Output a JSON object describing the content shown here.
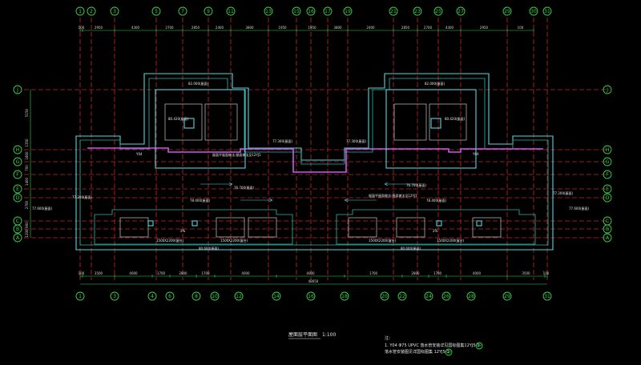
{
  "drawing": {
    "title": "屋面层平面图",
    "scale": "1:100",
    "notes_heading": "注：",
    "notes": [
      "1. Y04 Φ75 UPVC 落水管安装详见国标图集12YJ5-1-",
      "落水管安装图见详国标图集 12YJ5-1-"
    ],
    "legend_symbols": [
      "Ⓐ",
      "Ⓑ"
    ]
  },
  "axes_top": [
    "1",
    "2",
    "3",
    "5",
    "7",
    "9",
    "11",
    "13",
    "15",
    "16",
    "17",
    "19",
    "21",
    "23",
    "25",
    "27",
    "29",
    "30",
    "31"
  ],
  "axes_bottom": [
    "1",
    "3",
    "4",
    "6",
    "8",
    "10",
    "12",
    "14",
    "16",
    "18",
    "20",
    "22",
    "24",
    "26",
    "28",
    "29",
    "31"
  ],
  "axes_rows": [
    "J",
    "H",
    "G",
    "F",
    "E",
    "D",
    "C",
    "B",
    "A"
  ],
  "dims_top": [
    "100",
    "2950",
    "4300",
    "2700",
    "2850",
    "2400",
    "3800",
    "1950",
    "1950",
    "3800",
    "2400",
    "2850",
    "2700",
    "4300",
    "2950",
    "100"
  ],
  "dims_bottom": [
    "100",
    "3500",
    "4000",
    "1700",
    "2800",
    "1700",
    "4000",
    "4000",
    "1700",
    "2800",
    "1700",
    "4000",
    "3500",
    "100"
  ],
  "total_length": "48650",
  "dims_left": [
    "5150",
    "1350",
    "1800",
    "700",
    "1400",
    "2700",
    "900",
    "1200"
  ],
  "elevations": {
    "roof_main": "77.300(屋面)",
    "roof_left": "77.200(屋面)",
    "roof_right": "77.200(屋面)",
    "stair_left": "82.000(屋面)",
    "stair_right": "82.000(屋面)",
    "stair_mid_left": "80.420(屋面)",
    "stair_mid_right": "80.420(屋面)",
    "center_low": "76.700(屋面)",
    "center_low2": "76.700(屋面)",
    "bay_left": "78.400(屋面)",
    "bay_right": "78.400(屋面)",
    "floor_left": "80.600(屋面)",
    "floor_right": "80.600(屋面)",
    "edge_left": "77.600(屋面)",
    "edge_right": "77.600(屋面)",
    "corridor": "77.300(屋面)"
  },
  "drain_label": "Y04",
  "pipe_label": "12YJ5-1",
  "slope": "2%",
  "window_label": "1500X2200(窗台)",
  "roof_note": "屋面平屋面做法:屋面做法见12YJ1"
}
